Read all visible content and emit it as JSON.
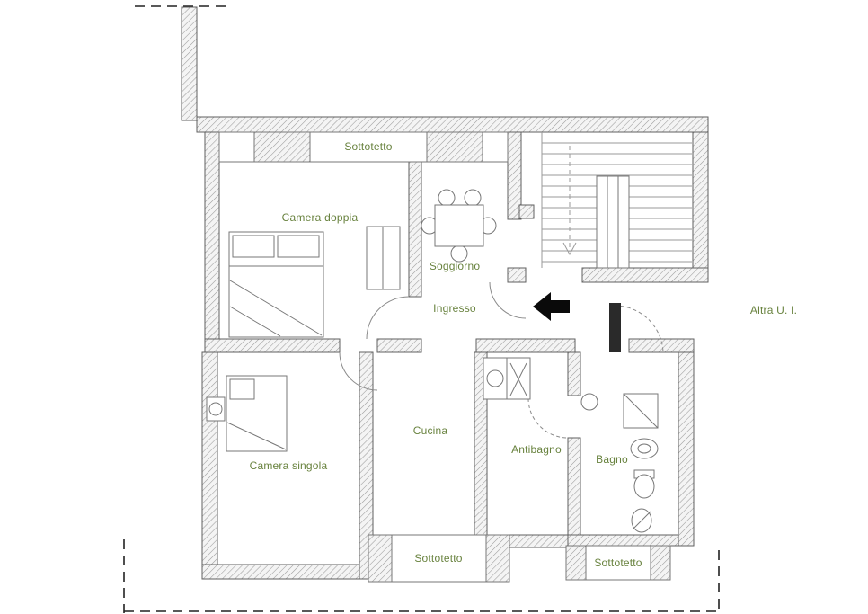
{
  "drawing": {
    "type": "apartment-floor-plan",
    "language": "it"
  },
  "colors": {
    "background": "#ffffff",
    "label_text": "#68823e",
    "wall_fill": "#f4f4f4",
    "wall_hatch": "#9b9b9b",
    "wall_outline": "#5f5f5f",
    "furniture_line": "#777777",
    "entry_arrow": "#0a0a0a"
  },
  "rooms": {
    "sottotetto_top": {
      "label": "Sottotetto"
    },
    "camera_doppia": {
      "label": "Camera doppia"
    },
    "soggiorno": {
      "label": "Soggiorno"
    },
    "ingresso": {
      "label": "Ingresso"
    },
    "altra_ui": {
      "label": "Altra U. I."
    },
    "camera_singola": {
      "label": "Camera singola"
    },
    "cucina": {
      "label": "Cucina"
    },
    "antibagno": {
      "label": "Antibagno"
    },
    "bagno": {
      "label": "Bagno"
    },
    "sottotetto_bottom_left": {
      "label": "Sottotetto"
    },
    "sottotetto_bottom_right": {
      "label": "Sottotetto"
    }
  },
  "icons": {
    "entry_arrow": "left-pointing-solid-arrow",
    "staircase": "stairs-with-direction-line",
    "furniture": [
      "double-bed",
      "wardrobe",
      "dining-table-with-chairs",
      "single-bed",
      "nightstand",
      "washing-machine",
      "shower",
      "sink",
      "toilet",
      "bidet"
    ]
  }
}
